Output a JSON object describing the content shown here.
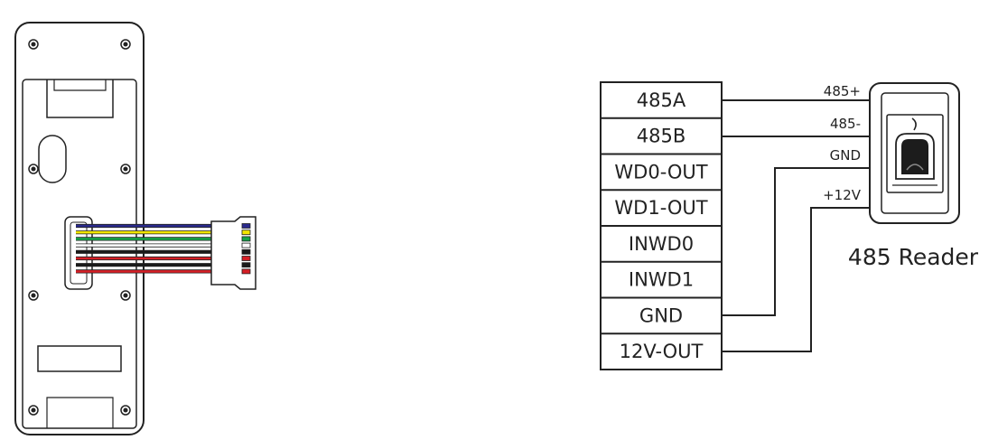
{
  "terminal_block": {
    "labels": [
      "485A",
      "485B",
      "WD0-OUT",
      "WD1-OUT",
      "INWD0",
      "INWD1",
      "GND",
      "12V-OUT"
    ]
  },
  "wires": {
    "labels": [
      "485+",
      "485-",
      "GND",
      "+12V"
    ],
    "connections": [
      {
        "from": "485A",
        "to": "485+"
      },
      {
        "from": "485B",
        "to": "485-"
      },
      {
        "from": "GND",
        "to": "GND"
      },
      {
        "from": "12V-OUT",
        "to": "+12V"
      }
    ]
  },
  "reader": {
    "label": "485 Reader"
  },
  "connector_wire_colors": [
    "#2a2a8c",
    "#f2e600",
    "#16a34a",
    "#ffffff",
    "#1a1a1a",
    "#d61f26",
    "#1a1a1a",
    "#d61f26"
  ]
}
